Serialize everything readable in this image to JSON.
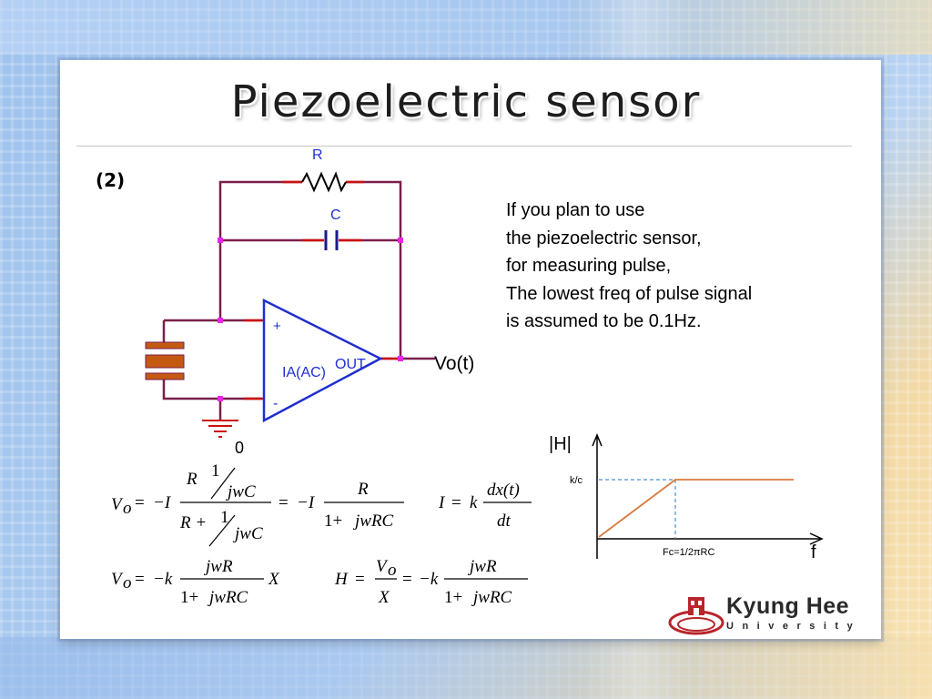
{
  "slide": {
    "title": "Piezoelectric sensor",
    "section": "(2)",
    "description": [
      "If you plan to use",
      "the piezoelectric sensor,",
      "for measuring pulse,",
      "The lowest freq of pulse signal",
      "is assumed to be 0.1Hz."
    ]
  },
  "circuit": {
    "resistor": "R",
    "capacitor": "C",
    "plus": "+",
    "minus": "-",
    "amp": "IA(AC)",
    "out": "OUT",
    "output": "Vo(t)",
    "ground": "0"
  },
  "equations": {
    "eq1_lhs": "V",
    "eq1_sub": "o",
    "eq1_eq": "=",
    "eq1_neg_i": "−I",
    "eq1_R": "R",
    "eq1_one": "1",
    "eq1_jwC": "jwC",
    "eq1_Rplus": "R +",
    "eq1_eq2": "=",
    "eq1_neg_i2": "−I",
    "eq1_R2": "R",
    "eq1_onePlus": "1+",
    "eq1_jwRC": "jwRC",
    "eq2_I": "I",
    "eq2_eq": "=",
    "eq2_k": "k",
    "eq2_num": "dx(t)",
    "eq2_den": "dt",
    "eq3_lhs": "V",
    "eq3_sub": "o",
    "eq3_eq": "=",
    "eq3_negk": "−k",
    "eq3_num": "jwR",
    "eq3_onePlus": "1+",
    "eq3_jwRC": "jwRC",
    "eq3_X": "X",
    "eq4_H": "H",
    "eq4_eq": "=",
    "eq4_num": "V",
    "eq4_sub": "o",
    "eq4_den": "X",
    "eq4_eq2": "=",
    "eq4_negk": "−k",
    "eq4_num2": "jwR",
    "eq4_onePlus": "1+",
    "eq4_jwRC": "jwRC"
  },
  "bode": {
    "y_label": "|H|",
    "level_label": "k/c",
    "corner_label": "Fc=1/2πRC",
    "x_label": "f"
  },
  "logo": {
    "name": "Kyung Hee",
    "sub": "University"
  },
  "colors": {
    "wire": "#7a1f4b",
    "node": "#ee22ee",
    "opamp": "#1f2fd0",
    "resistor": "#cc1111",
    "capacitor": "#1a1a8a",
    "electrode": "#c45a12",
    "bode_line": "#d97a3a",
    "bode_dash": "#4d8fd6",
    "logo_red": "#b8252b"
  }
}
